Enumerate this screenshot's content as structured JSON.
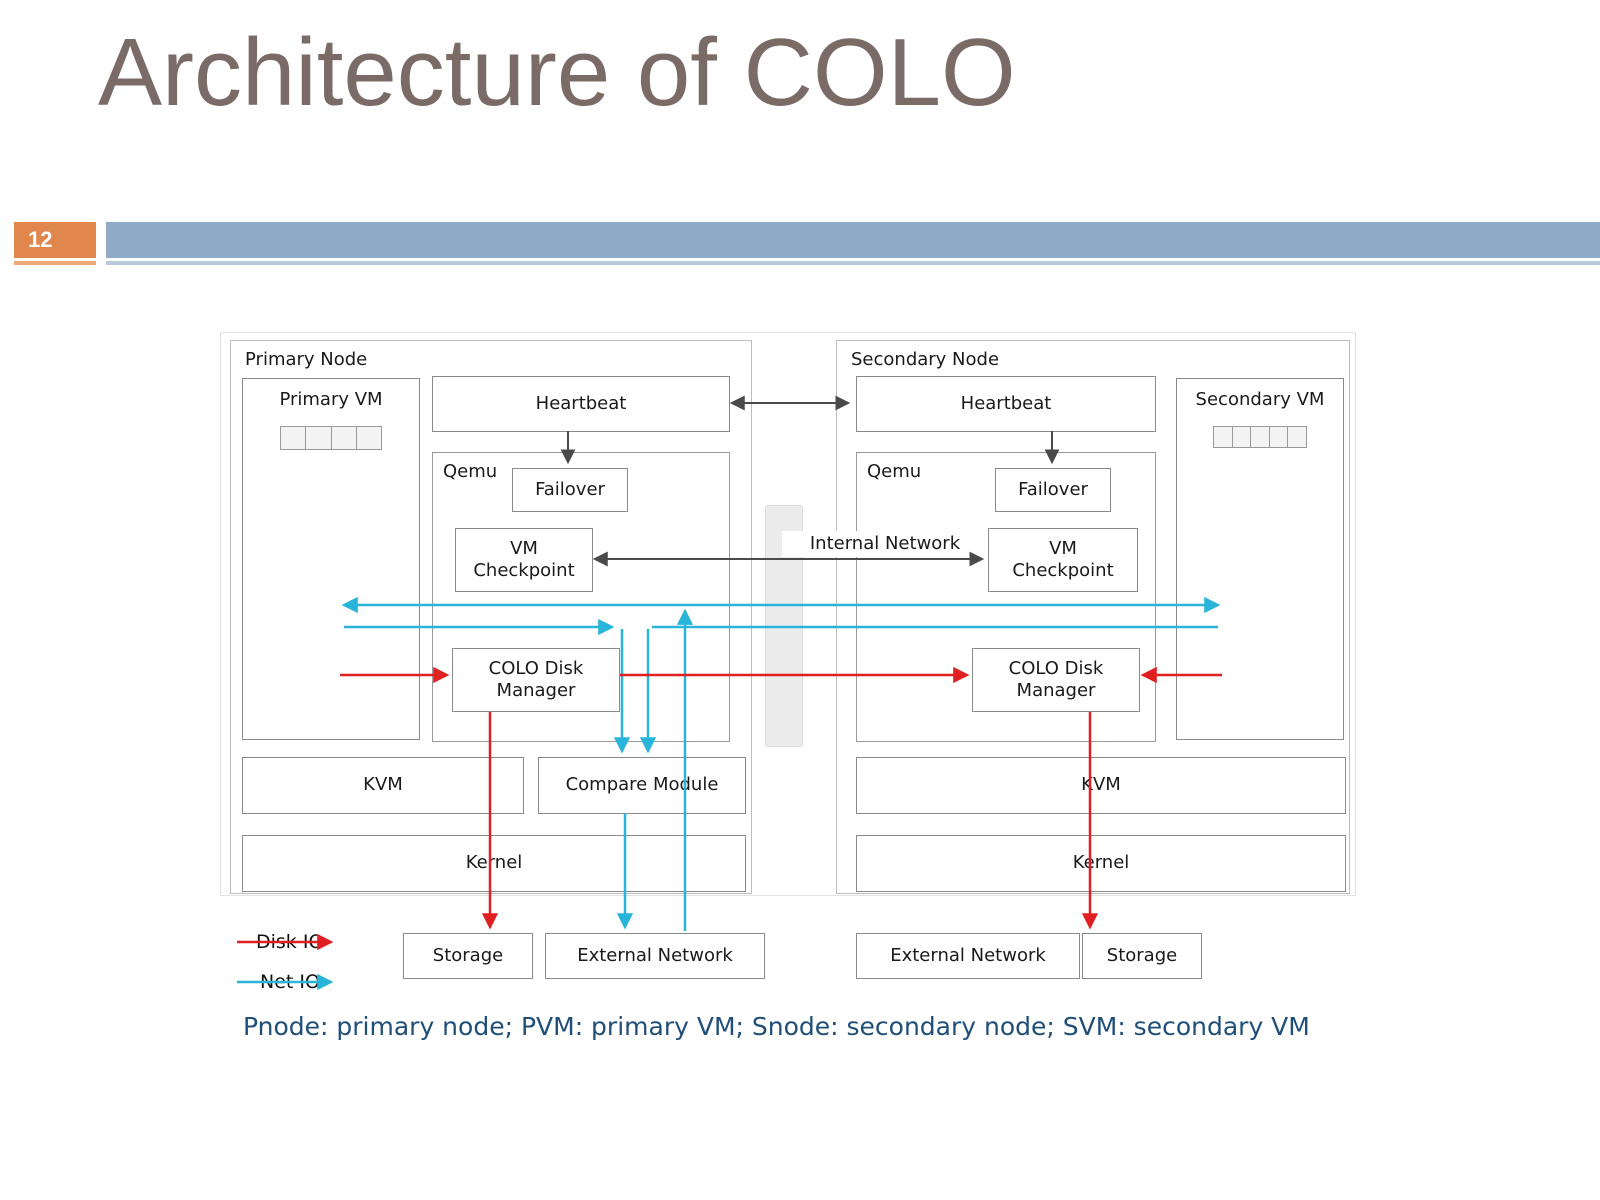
{
  "slide": {
    "title": "Architecture of COLO",
    "page_number": "12",
    "footnote": "Pnode: primary node; PVM: primary VM; Snode: secondary node; SVM: secondary VM"
  },
  "diagram": {
    "internal_network_label": "Internal Network",
    "primary": {
      "node_label": "Primary Node",
      "vm_label": "Primary VM",
      "heartbeat": "Heartbeat",
      "qemu": "Qemu",
      "failover": "Failover",
      "vm_checkpoint": "VM Checkpoint",
      "colo_disk_manager": "COLO Disk Manager",
      "kvm": "KVM",
      "compare_module": "Compare Module",
      "kernel": "Kernel",
      "storage": "Storage",
      "external_network": "External Network"
    },
    "secondary": {
      "node_label": "Secondary Node",
      "vm_label": "Secondary VM",
      "heartbeat": "Heartbeat",
      "qemu": "Qemu",
      "failover": "Failover",
      "vm_checkpoint": "VM Checkpoint",
      "colo_disk_manager": "COLO Disk Manager",
      "kvm": "KVM",
      "kernel": "Kernel",
      "storage": "Storage",
      "external_network": "External Network"
    },
    "legend": {
      "disk_io": "Disk IO",
      "net_io": "Net IO"
    },
    "colors": {
      "disk_io": "#e02020",
      "net_io": "#29b5d9",
      "control_arrow": "#4a4a4a",
      "header_bar": "#8fabc7",
      "page_badge": "#e0874e",
      "title_text": "#7b6b67",
      "footnote_text": "#1f4e79"
    }
  }
}
